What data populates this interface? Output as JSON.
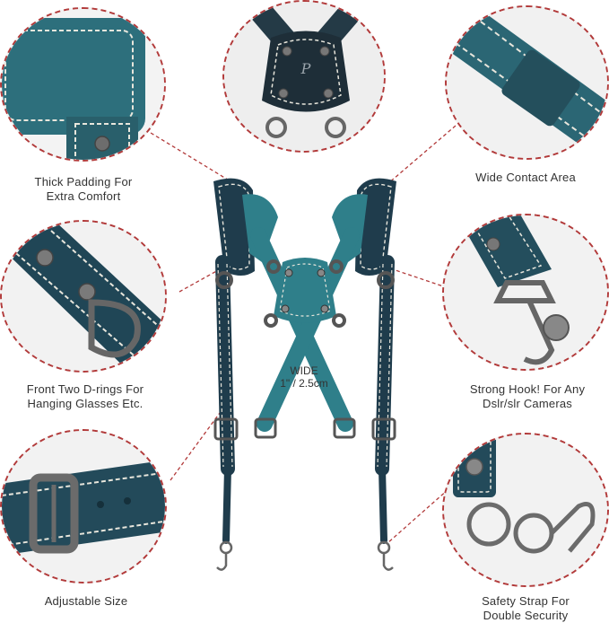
{
  "captions": {
    "thick_padding_1": "Thick Padding For",
    "thick_padding_2": "Extra Comfort",
    "wide_contact": "Wide Contact Area",
    "front_drings_1": "Front Two D-rings For",
    "front_drings_2": "Hanging Glasses Etc.",
    "strong_hook_1": "Strong Hook! For Any",
    "strong_hook_2": "Dslr/slr Cameras",
    "adjustable": "Adjustable Size",
    "safety_1": "Safety Strap For",
    "safety_2": "Double Security"
  },
  "width_label": {
    "line1": "WIDE",
    "line2": "1\" / 2.5cm"
  },
  "colors": {
    "leather_dark": "#1f3c4c",
    "leather_teal": "#2f7f8a",
    "stitch": "#e8e6dc",
    "metal": "#5a5a5a",
    "leader_line": "#b23a3a"
  }
}
